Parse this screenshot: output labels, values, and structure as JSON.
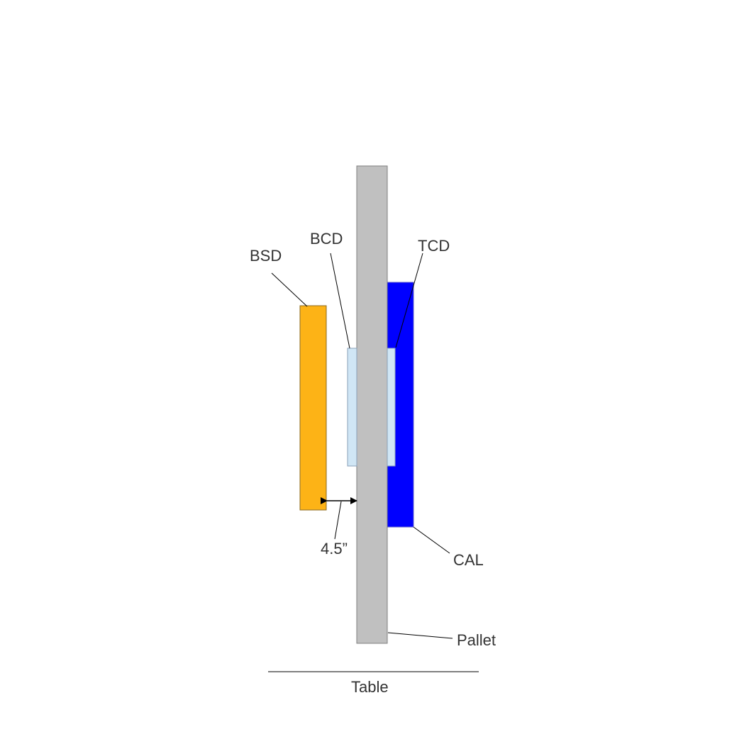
{
  "labels": {
    "bsd": "BSD",
    "bcd": "BCD",
    "tcd": "TCD",
    "cal": "CAL",
    "pallet": "Pallet",
    "table": "Table",
    "gap": "4.5”"
  },
  "colors": {
    "pallet": "#c0c0c0",
    "bsd": "#fdb316",
    "bcd": "#d0e6f5",
    "tcd": "#d0e6f5",
    "cal": "#0000ff",
    "line": "#000000",
    "text": "#333333"
  }
}
